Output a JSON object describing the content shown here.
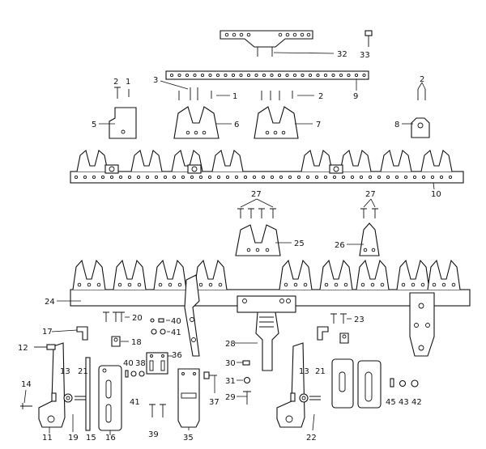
{
  "callouts": [
    {
      "id": "c1a",
      "text": "1"
    },
    {
      "id": "c1b",
      "text": "1"
    },
    {
      "id": "c2a",
      "text": "2"
    },
    {
      "id": "c2b",
      "text": "2"
    },
    {
      "id": "c2c",
      "text": "2"
    },
    {
      "id": "c3",
      "text": "3"
    },
    {
      "id": "c5",
      "text": "5"
    },
    {
      "id": "c6",
      "text": "6"
    },
    {
      "id": "c7",
      "text": "7"
    },
    {
      "id": "c8",
      "text": "8"
    },
    {
      "id": "c9",
      "text": "9"
    },
    {
      "id": "c10",
      "text": "10"
    },
    {
      "id": "c11",
      "text": "11"
    },
    {
      "id": "c12",
      "text": "12"
    },
    {
      "id": "c13a",
      "text": "13"
    },
    {
      "id": "c13b",
      "text": "13"
    },
    {
      "id": "c14",
      "text": "14"
    },
    {
      "id": "c15",
      "text": "15"
    },
    {
      "id": "c16",
      "text": "16"
    },
    {
      "id": "c17",
      "text": "17"
    },
    {
      "id": "c18",
      "text": "18"
    },
    {
      "id": "c19",
      "text": "19"
    },
    {
      "id": "c20",
      "text": "20"
    },
    {
      "id": "c21a",
      "text": "21"
    },
    {
      "id": "c21b",
      "text": "21"
    },
    {
      "id": "c22",
      "text": "22"
    },
    {
      "id": "c23",
      "text": "23"
    },
    {
      "id": "c24",
      "text": "24"
    },
    {
      "id": "c25",
      "text": "25"
    },
    {
      "id": "c26",
      "text": "26"
    },
    {
      "id": "c27a",
      "text": "27"
    },
    {
      "id": "c27b",
      "text": "27"
    },
    {
      "id": "c28",
      "text": "28"
    },
    {
      "id": "c29",
      "text": "29"
    },
    {
      "id": "c30",
      "text": "30"
    },
    {
      "id": "c31",
      "text": "31"
    },
    {
      "id": "c32",
      "text": "32"
    },
    {
      "id": "c33",
      "text": "33"
    },
    {
      "id": "c35",
      "text": "35"
    },
    {
      "id": "c36",
      "text": "36"
    },
    {
      "id": "c37",
      "text": "37"
    },
    {
      "id": "c38",
      "text": "38"
    },
    {
      "id": "c39",
      "text": "39"
    },
    {
      "id": "c40a",
      "text": "40"
    },
    {
      "id": "c40b",
      "text": "40"
    },
    {
      "id": "c41a",
      "text": "41"
    },
    {
      "id": "c41b",
      "text": "41"
    },
    {
      "id": "c42",
      "text": "42"
    },
    {
      "id": "c43",
      "text": "43"
    },
    {
      "id": "c45",
      "text": "45"
    }
  ]
}
